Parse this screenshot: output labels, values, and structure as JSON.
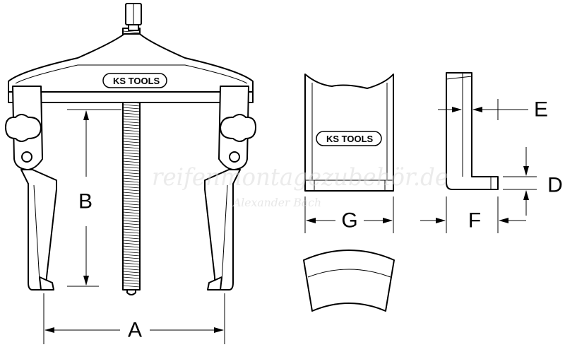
{
  "diagram": {
    "title": "Two-arm puller dimension drawing",
    "brand_logo": "KS TOOLS",
    "dimension_labels": {
      "A": "A",
      "B": "B",
      "D": "D",
      "E": "E",
      "F": "F",
      "G": "G"
    },
    "watermark": {
      "main": "reifenmontagezubehör.de",
      "sub": "Alexander Bach"
    }
  }
}
